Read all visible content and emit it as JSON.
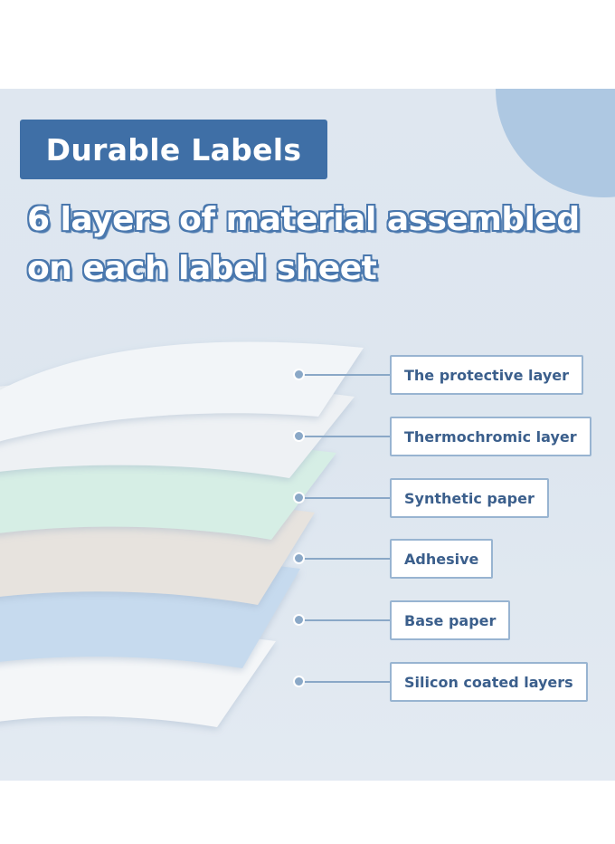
{
  "badge": {
    "title": "Durable Labels"
  },
  "headline": {
    "line1": "6 layers of material assembled",
    "line2": "on each label sheet"
  },
  "colors": {
    "badge_bg": "#3f6fa6",
    "panel_bg": "#dfe7f0",
    "label_text": "#3b5f8c",
    "label_border": "#98b4d1"
  },
  "layers": [
    {
      "label": "The protective layer",
      "color": "#f1f4f7"
    },
    {
      "label": "Thermochromic layer",
      "color": "#eef0f3"
    },
    {
      "label": "Synthetic paper",
      "color": "#d7efe6"
    },
    {
      "label": "Adhesive",
      "color": "#e6e2dd"
    },
    {
      "label": "Base paper",
      "color": "#c6daee"
    },
    {
      "label": "Silicon coated layers",
      "color": "#f3f5f7"
    }
  ]
}
